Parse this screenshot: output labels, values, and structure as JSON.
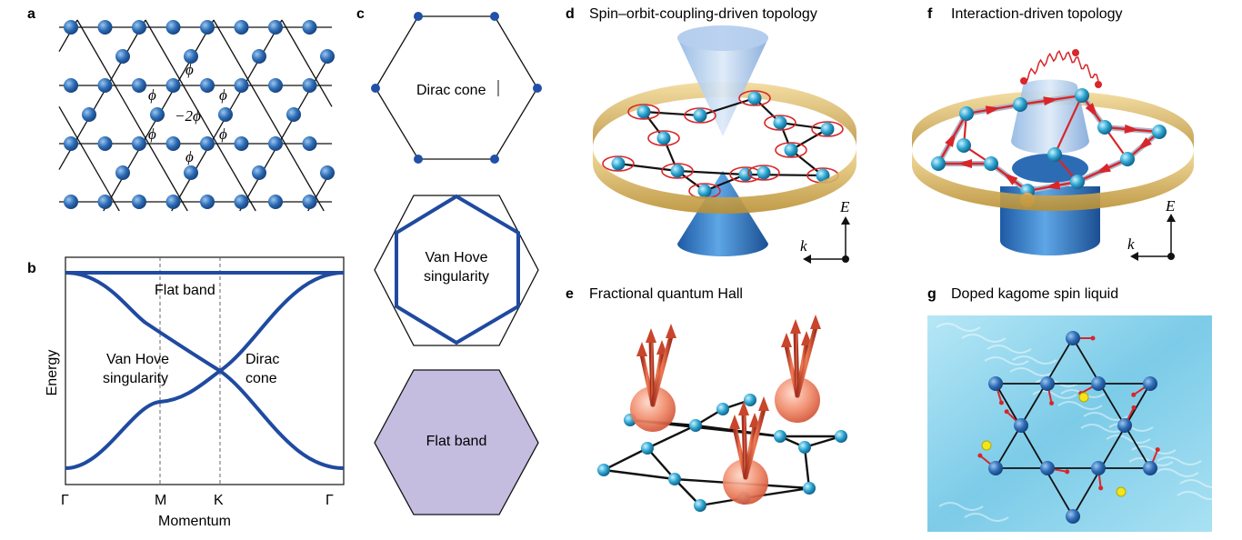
{
  "panels": {
    "a": {
      "letter": "a",
      "phi": "ϕ",
      "minus2phi": "−2ϕ"
    },
    "b": {
      "letter": "b",
      "flat_band": "Flat band",
      "vhs_line1": "Van Hove",
      "vhs_line2": "singularity",
      "dirac_line1": "Dirac",
      "dirac_line2": "cone",
      "ylabel": "Energy",
      "xlabel": "Momentum",
      "ticks": [
        "Γ",
        "M",
        "K",
        "Γ"
      ]
    },
    "c": {
      "letter": "c",
      "dirac": "Dirac cone",
      "vhs_line1": "Van Hove",
      "vhs_line2": "singularity",
      "flat": "Flat band",
      "flat_fill": "#c4bde0"
    },
    "d": {
      "letter": "d",
      "title": "Spin–orbit-coupling-driven topology",
      "axis_E": "E",
      "axis_k": "k"
    },
    "e": {
      "letter": "e",
      "title": "Fractional quantum Hall"
    },
    "f": {
      "letter": "f",
      "title": "Interaction-driven topology",
      "axis_E": "E",
      "axis_k": "k"
    },
    "g": {
      "letter": "g",
      "title": "Doped kagome spin liquid"
    }
  },
  "colors": {
    "band_blue": "#1f4aa0",
    "atom_blue": "#2e6fb8",
    "cone_blue": "#2b6cb5",
    "ring_gold": "#d9b45a",
    "arrow_red": "#d8262a",
    "water": "#8fd3ec"
  }
}
